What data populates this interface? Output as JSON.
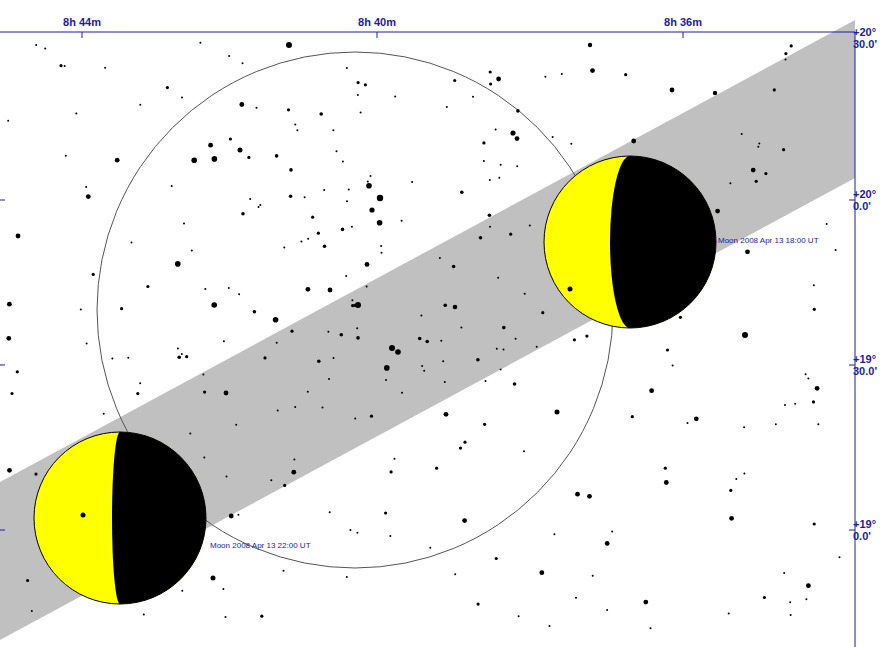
{
  "diagram": {
    "labels": [
      "8h 44m",
      "8h 40m",
      "8h 36m",
      "+20° 30.0'",
      "+20° 0.0'",
      "+19° 30.0'",
      "+19° 0.0'",
      "Moon 2008 Apr 13 18:00 UT",
      "Moon 2008 Apr 13 22:00 UT"
    ]
  }
}
